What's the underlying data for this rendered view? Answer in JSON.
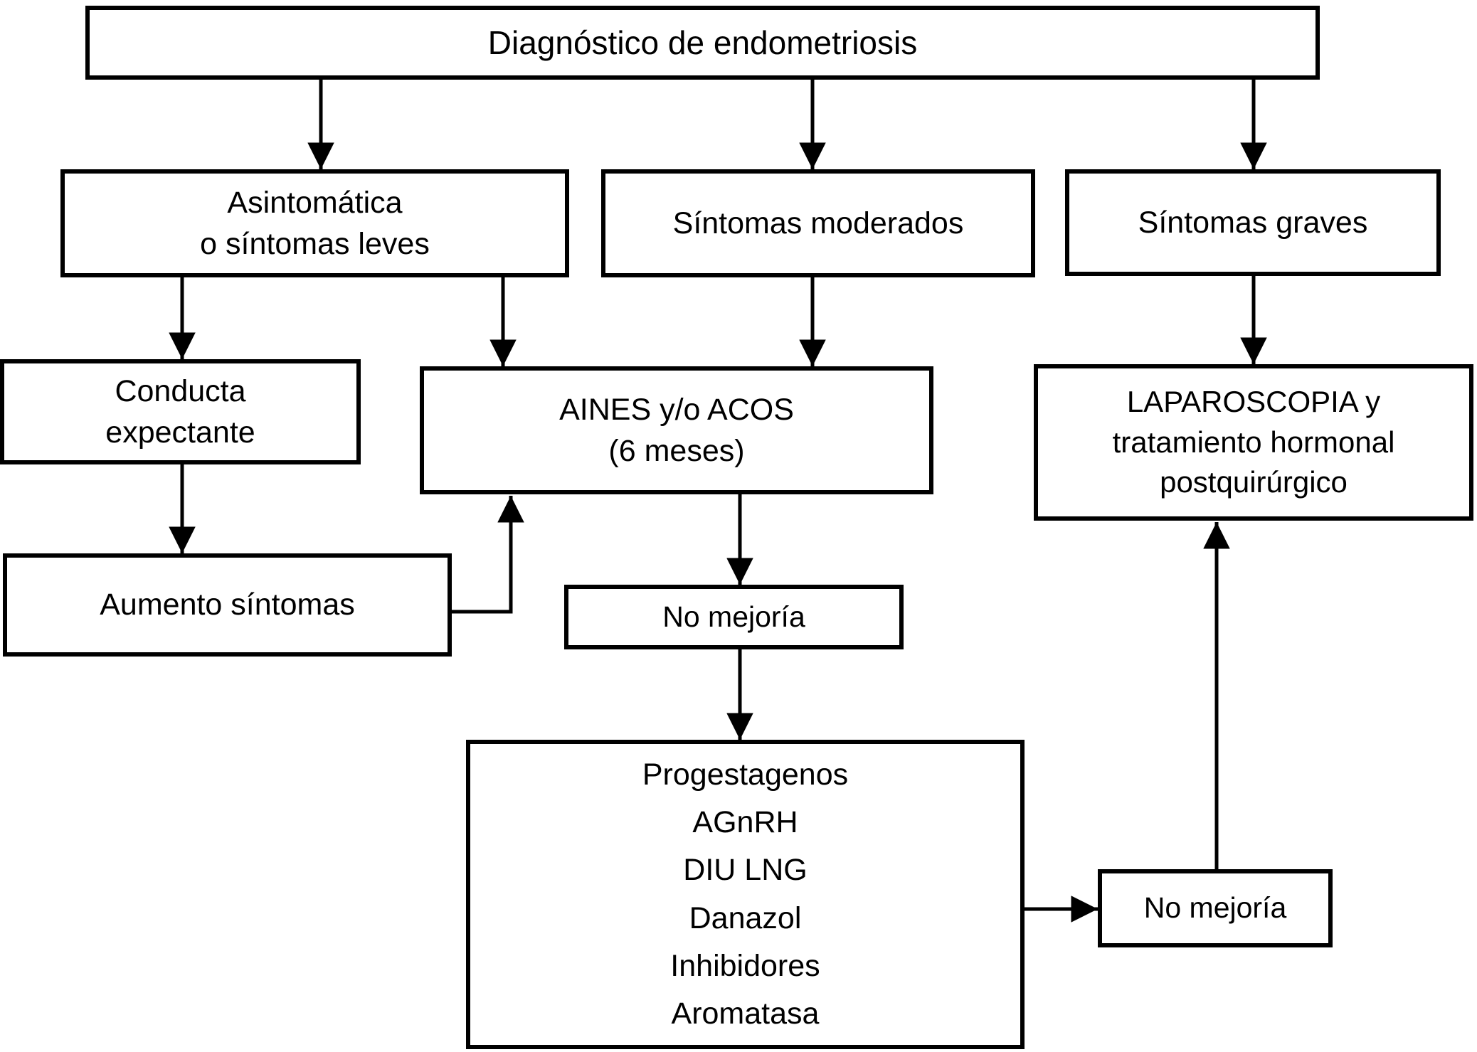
{
  "diagram": {
    "title": "Diagnóstico de endometriosis",
    "nodes": {
      "diagnostico": {
        "label": "Diagnóstico de endometriosis"
      },
      "asintomatica": {
        "label": "Asintomática\no síntomas leves"
      },
      "moderados": {
        "label": "Síntomas moderados"
      },
      "graves": {
        "label": "Síntomas graves"
      },
      "conducta": {
        "label": "Conducta\nexpectante"
      },
      "aines": {
        "label": "AINES y/o ACOS\n(6 meses)"
      },
      "laparoscopia": {
        "label": "LAPAROSCOPIA y\ntratamiento hormonal\npostquirúrgico"
      },
      "aumento": {
        "label": "Aumento síntomas"
      },
      "no_mejoria_1": {
        "label": "No mejoría"
      },
      "drogas": {
        "label": "Progestagenos\nAGnRH\nDIU LNG\nDanazol\nInhibidores\nAromatasa"
      },
      "no_mejoria_2": {
        "label": "No mejoría"
      }
    },
    "edges": [
      {
        "from": "diagnostico",
        "to": "asintomatica"
      },
      {
        "from": "diagnostico",
        "to": "moderados"
      },
      {
        "from": "diagnostico",
        "to": "graves"
      },
      {
        "from": "asintomatica",
        "to": "conducta"
      },
      {
        "from": "asintomatica",
        "to": "aines"
      },
      {
        "from": "moderados",
        "to": "aines"
      },
      {
        "from": "graves",
        "to": "laparoscopia"
      },
      {
        "from": "conducta",
        "to": "aumento"
      },
      {
        "from": "aumento",
        "to": "aines"
      },
      {
        "from": "aines",
        "to": "no_mejoria_1"
      },
      {
        "from": "no_mejoria_1",
        "to": "drogas"
      },
      {
        "from": "drogas",
        "to": "no_mejoria_2"
      },
      {
        "from": "no_mejoria_2",
        "to": "laparoscopia"
      }
    ],
    "colors": {
      "line": "#000000",
      "box_border": "#000000",
      "box_background": "#ffffff",
      "text": "#000000",
      "canvas_background": "#ffffff"
    }
  }
}
